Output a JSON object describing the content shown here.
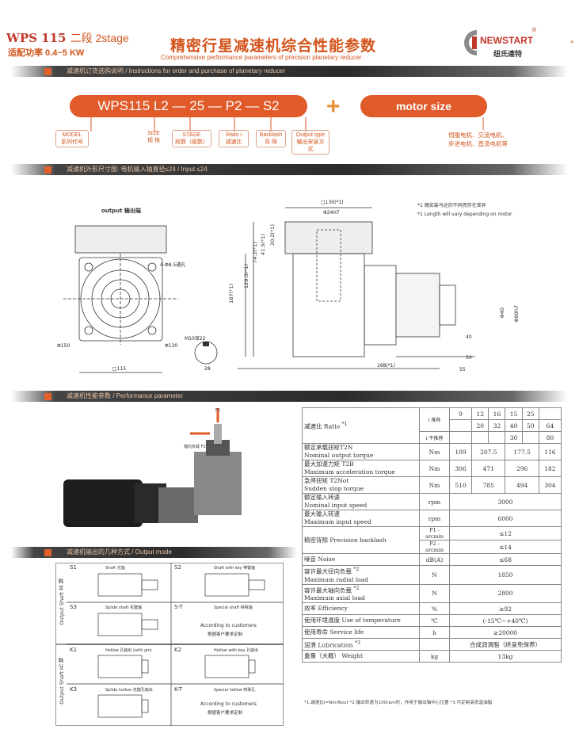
{
  "header": {
    "model": "WPS 115",
    "stage": "二段 2stage",
    "power": "适配功率 0.4~5 KW",
    "title_cn": "精密行星减速机综合性能参数",
    "title_en": "Comprehensive performance parameters of precision planetary reducer",
    "logo_text": "NEWSTART",
    "logo_cn": "纽氏達特",
    "logo_reg": "®",
    "side_mark": "»"
  },
  "sections": {
    "order": "减速机订货选购说明 / Instructions for order and purchase of planetary reducer",
    "dimensions": "减速机外形尺寸图: 电机输入轴直径≤24 / Input ≤24",
    "performance": "减速机性能参数 / Performance parameter",
    "output_mode": "减速机输出的几种方式 / Output mode"
  },
  "order_code": {
    "code": "WPS115 L2 — 25 — P2 — S2",
    "plus": "+",
    "motor": "motor size",
    "labels": [
      {
        "a": "MODEL",
        "b": "系列代号"
      },
      {
        "a": "SIZE",
        "b": "规 格"
      },
      {
        "a": "STAGE",
        "b": "段数（级数）"
      },
      {
        "a": "Ratio i",
        "b": "减速比"
      },
      {
        "a": "Backlash",
        "b": "背 隙"
      },
      {
        "a": "Output type",
        "b": "输出安装方式"
      }
    ],
    "motor_note_1": "伺服电机、交流电机、",
    "motor_note_2": "步进电机、直流电机等"
  },
  "drawing": {
    "output_label": "output 输出端",
    "note_1": "*1  随安装马达的不同而存在差异",
    "note_2": "*1 Length will vary depending on motor",
    "dims": {
      "d_holes": "4-Φ8.5通孔",
      "d150": "Φ150",
      "d130": "Φ130",
      "sq115": "□115",
      "m10": "M10深22",
      "k28": "28",
      "sq130": "□130(*1)",
      "d24": "Φ24H7",
      "v20": "20.2(*1)",
      "v41": "41.5(*1)",
      "v74": "74.2(*1)",
      "v129": "129.5(*1)",
      "v187": "187(*1)",
      "v168": "168(*1)",
      "v55": "55",
      "v50": "50",
      "v40": "40",
      "d40": "Φ40",
      "d80": "Φ80h7"
    }
  },
  "performance": {
    "ratio_label": "减速比 Ratio",
    "ratio_note": "*1",
    "rec": "i 推荐",
    "nonrec": "i 不推荐",
    "ratios_row1": [
      "9",
      "12",
      "16",
      "15",
      "25",
      ""
    ],
    "ratios_row2": [
      "",
      "20",
      "32",
      "40",
      "50",
      "64"
    ],
    "ratios_row3": [
      "",
      "",
      "",
      "30",
      "",
      "80"
    ],
    "rows": [
      {
        "cn": "额定承载扭矩T2N",
        "en": "Nominal output torque",
        "unit": "Nm",
        "vals": [
          "109",
          "207.5",
          "177.5",
          "116"
        ]
      },
      {
        "cn": "最大加速力矩 T2B",
        "en": "Maximum acceleration torque",
        "unit": "Nm",
        "vals": [
          "306",
          "471",
          "296",
          "182"
        ]
      },
      {
        "cn": "急停扭矩 T2Not",
        "en": "Sudden stop torque",
        "unit": "Nm",
        "vals": [
          "510",
          "785",
          "494",
          "304"
        ]
      },
      {
        "cn": "额定输入转速",
        "en": "Nominal input speed",
        "unit": "rpm",
        "span": "3000"
      },
      {
        "cn": "最大输入转速",
        "en": "Maximum input speed",
        "unit": "rpm",
        "span": "6000"
      }
    ],
    "backlash_label": "精密背隙 Precision backlash",
    "backlash_p1": "P1 -arcmin",
    "backlash_p1_val": "≤12",
    "backlash_p2": "P2 -arcmin",
    "backlash_p2_val": "≤14",
    "rows2": [
      {
        "cn": "噪音 Noise",
        "en": "",
        "unit": "dB(A)",
        "span": "≤68"
      },
      {
        "cn": "容许最大径向负载",
        "note": "*2",
        "en": "Maximum radial load",
        "unit": "N",
        "span": "1850"
      },
      {
        "cn": "容许最大轴向负载",
        "note": "*2",
        "en": "Maximum axial load",
        "unit": "N",
        "span": "2800"
      },
      {
        "cn": "效率 Efficiency",
        "en": "",
        "unit": "%",
        "span": "≥92"
      },
      {
        "cn": "使用环境温度 Use of temperature",
        "en": "",
        "unit": "℃",
        "span": "(-15℃~+40℃)"
      },
      {
        "cn": "使用寿命 Service life",
        "en": "",
        "unit": "h",
        "span": "≥20000"
      },
      {
        "cn": "润滑 Lubrication",
        "note": "*3",
        "en": "",
        "unit": "",
        "span": "合成润滑脂（终身免保养）"
      },
      {
        "cn": "重量（大概） Weight",
        "en": "",
        "unit": "kg",
        "span": "13kg"
      }
    ],
    "footnote": "*1.减速比i=Nin/Nout  *2.输出转速为100rpm时，作用于输出轴中心位置  *3.可定制高低温油脂"
  },
  "output_modes": {
    "side_solid": "Output Shaft 实 轴",
    "side_hollow": "Output Shaft 孔 轴",
    "cells": [
      {
        "code": "S1",
        "desc": "Shaft 光轴"
      },
      {
        "code": "S2",
        "desc": "Shaft with key 带键轴"
      },
      {
        "code": "S3",
        "desc": "Splide shaft 花键轴"
      },
      {
        "code": "S-T",
        "desc": "Special shaft 特殊轴"
      },
      {
        "code": "K1",
        "desc": "Hollow 孔输出 (with gin)"
      },
      {
        "code": "K2",
        "desc": "Hollow with key 孔输出"
      },
      {
        "code": "K3",
        "desc": "Splide hollow 花键孔输出"
      },
      {
        "code": "K-T",
        "desc": "Special hollow 特殊孔"
      }
    ],
    "custom_en": "According to customers",
    "custom_cn": "根据客户要求定制"
  },
  "photo": {
    "label_top": "F1",
    "label_side": "轴向负载 F2"
  },
  "colors": {
    "accent": "#e05a2a",
    "title": "#d3541c",
    "bar": "#2b2b2b"
  }
}
